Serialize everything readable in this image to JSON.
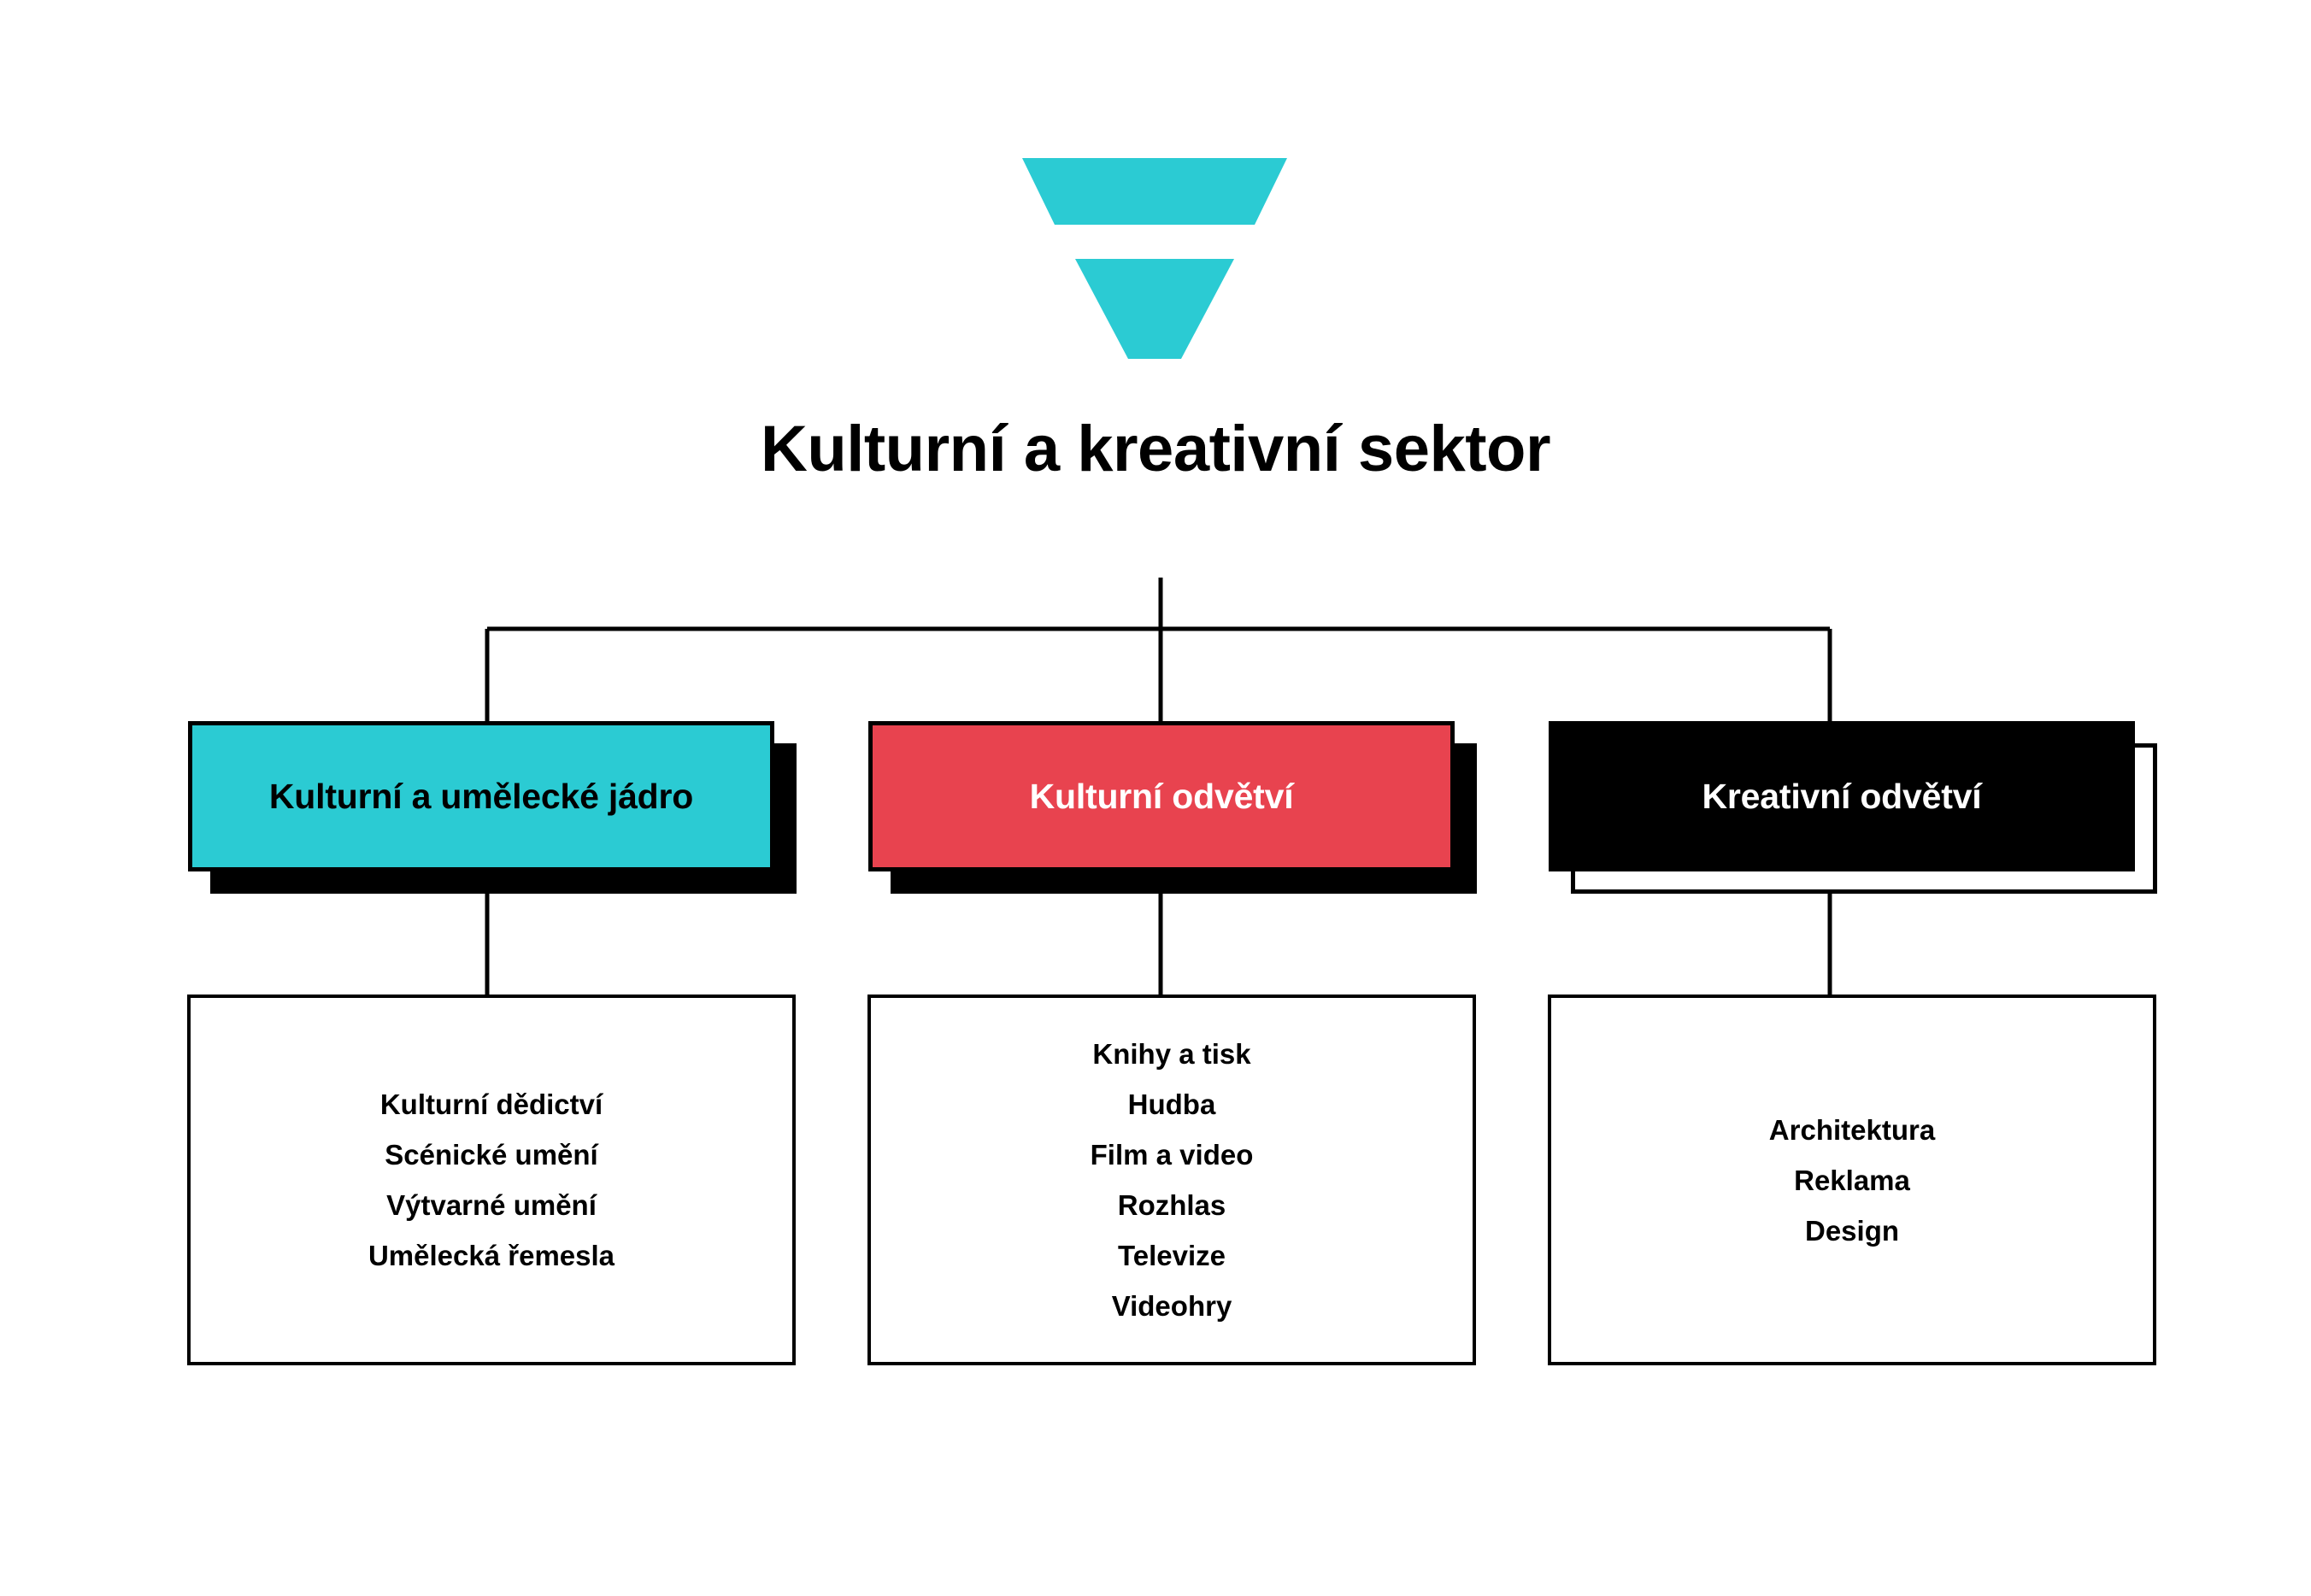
{
  "logo": {
    "icon": "triangle-chevron-logo",
    "color": "#2BCBD3"
  },
  "title": "Kulturní a kreativní sektor",
  "colors": {
    "cyan": "#2BCBD3",
    "red": "#E8434F",
    "black": "#000000",
    "white": "#FFFFFF"
  },
  "branches": [
    {
      "label": "Kulturní a umělecké jádro",
      "style": "cyan",
      "shadow": "solid-black",
      "items": [
        "Kulturní dědictví",
        "Scénické umění",
        "Výtvarné umění",
        "Umělecká řemesla"
      ]
    },
    {
      "label": "Kulturní odvětví",
      "style": "red",
      "shadow": "solid-black",
      "items": [
        "Knihy a tisk",
        "Hudba",
        "Film a video",
        "Rozhlas",
        "Televize",
        "Videohry"
      ]
    },
    {
      "label": "Kreativní odvětví",
      "style": "black",
      "shadow": "outline",
      "items": [
        "Architektura",
        "Reklama",
        "Design"
      ]
    }
  ]
}
